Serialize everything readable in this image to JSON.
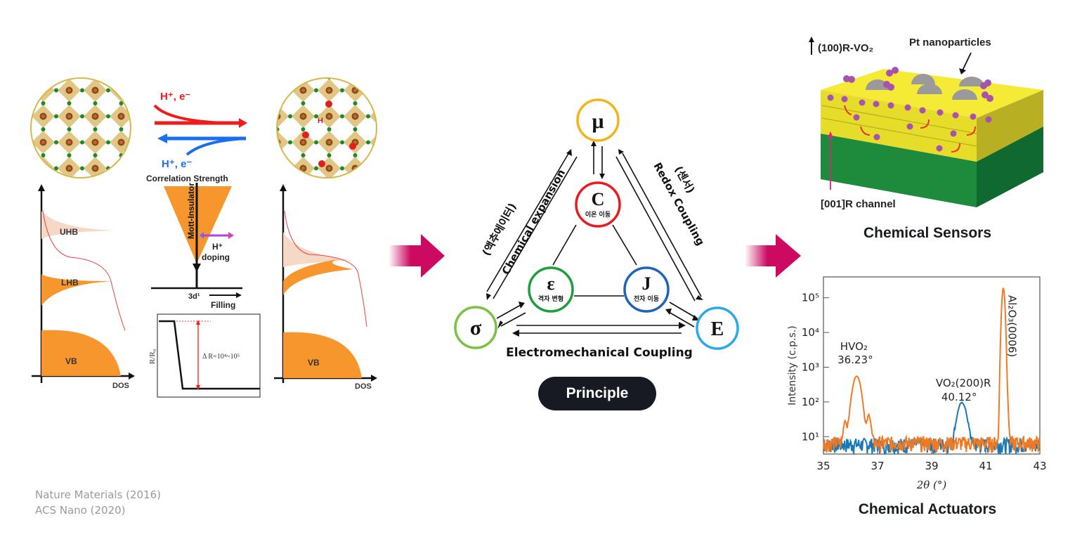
{
  "left_panel": {
    "arrow_top_label": "H⁺, e⁻",
    "arrow_bottom_label": "H⁺, e⁻",
    "correlation_label": "Correlation Strength",
    "mott_label": "Mott-Insulator",
    "doping_label_1": "H⁺",
    "doping_label_2": "doping",
    "filling_label_1": "3d¹",
    "filling_label_2": "Filling",
    "left_dos": {
      "uhb": "UHB",
      "lhb": "LHB",
      "vb": "VB",
      "xlabel": "DOS"
    },
    "right_dos": {
      "vb": "VB",
      "xlabel": "DOS"
    },
    "resistance_inset": {
      "ylabel": "R/R₀",
      "delta": "Δ R=10⁴~10⁵"
    },
    "colors": {
      "band": "#f7962d",
      "band_light": "#f5d9c6",
      "red": "#f01c1c",
      "blue": "#1a6ef0",
      "crystal": "#d8b45c"
    }
  },
  "references": [
    "Nature Materials (2016)",
    "ACS Nano (2020)"
  ],
  "flow_arrows": {
    "color": "#cc0a62"
  },
  "principle": {
    "nodes": {
      "mu": {
        "symbol": "μ",
        "color": "#f5b31a"
      },
      "c": {
        "symbol": "C",
        "sub": "이온 이동",
        "color": "#e81c1c"
      },
      "eps": {
        "symbol": "ε",
        "sub": "격자 변형",
        "color": "#1e9e3a"
      },
      "j": {
        "symbol": "J",
        "sub": "전자 이동",
        "color": "#1f64b8"
      },
      "sigma": {
        "symbol": "σ",
        "color": "#7cc242"
      },
      "e": {
        "symbol": "E",
        "color": "#2aa8e8"
      }
    },
    "left_edge_label_1": "(액추에이터)",
    "left_edge_label_2": "Chemical expansion",
    "right_edge_label_1": "(센서)",
    "right_edge_label_2": "Redox Coupling",
    "bottom_edge_label": "Electromechanical Coupling",
    "button_label": "Principle"
  },
  "sensor": {
    "orientation_label": "(100)R-VO₂",
    "pt_label": "Pt nanoparticles",
    "channel_label": "[001]R channel",
    "caption": "Chemical Sensors"
  },
  "actuator": {
    "caption": "Chemical Actuators"
  },
  "chart_data": {
    "type": "line",
    "title": "",
    "xlabel": "2θ (°)",
    "ylabel": "Intensity (c.p.s.)",
    "xlim": [
      35,
      43
    ],
    "ylim_log10": [
      0.5,
      5.6
    ],
    "yscale": "log",
    "x_ticks": [
      "35",
      "37",
      "39",
      "41",
      "43"
    ],
    "y_ticks": [
      "10¹",
      "10²",
      "10³",
      "10⁴",
      "10⁵"
    ],
    "series": [
      {
        "name": "HVO2 film",
        "color": "#f07a24",
        "peaks": [
          {
            "x": 36.23,
            "y": 550,
            "width": 0.12
          },
          {
            "x": 35.8,
            "y": 22,
            "width": 0.05
          },
          {
            "x": 36.68,
            "y": 35,
            "width": 0.06
          },
          {
            "x": 41.65,
            "y": 190000,
            "width": 0.04
          },
          {
            "x": 41.78,
            "y": 120,
            "width": 0.04
          }
        ],
        "baseline": 5
      },
      {
        "name": "VO2 film",
        "color": "#1b78b4",
        "peaks": [
          {
            "x": 40.12,
            "y": 90,
            "width": 0.13
          }
        ],
        "baseline": 4.5
      }
    ],
    "annotations": [
      {
        "text": "HVO₂",
        "x": 36.23
      },
      {
        "text": "36.23°",
        "x": 36.23
      },
      {
        "text": "VO₂(200)R",
        "x": 40.12
      },
      {
        "text": "40.12°",
        "x": 40.12
      },
      {
        "text": "Al₂O₃(0006)",
        "x": 41.9
      }
    ]
  }
}
